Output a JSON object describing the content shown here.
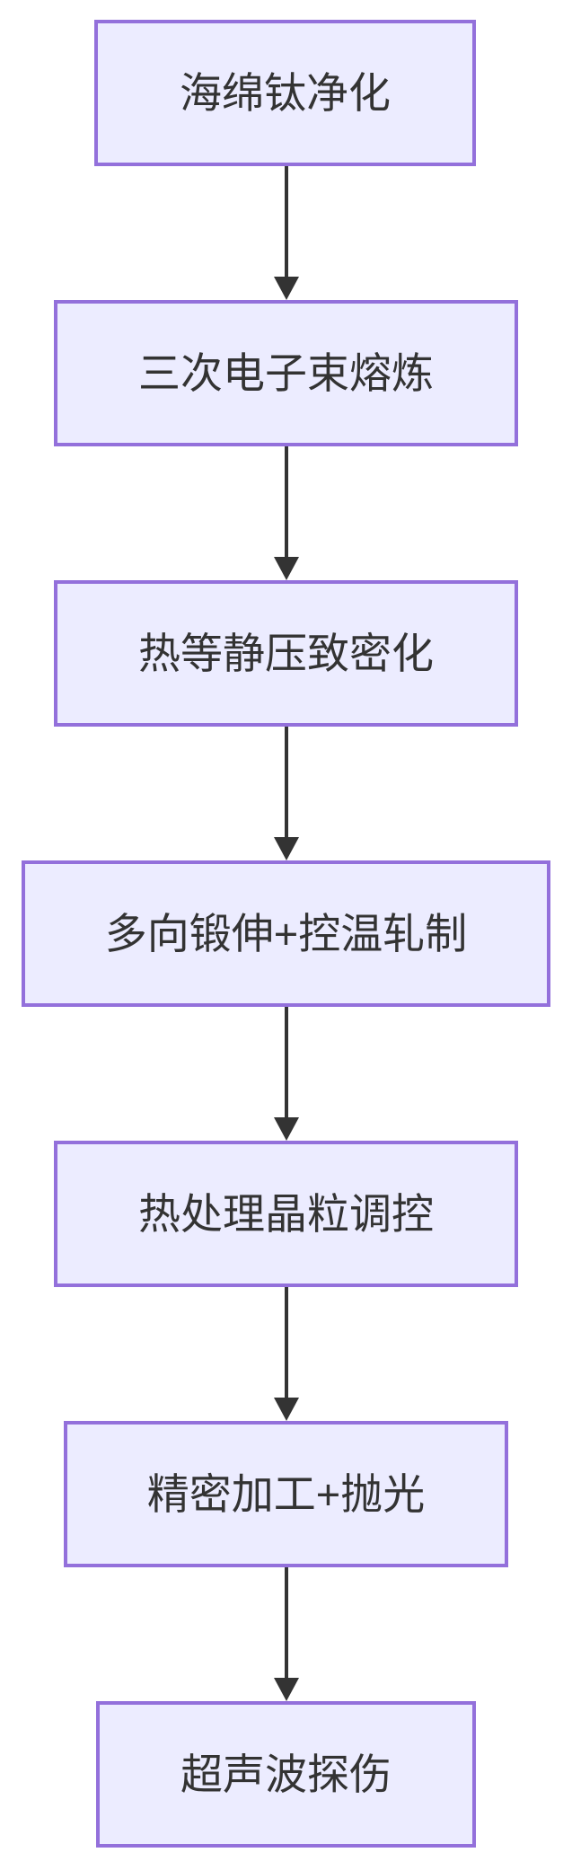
{
  "page": {
    "background_color": "#ffffff"
  },
  "flow": {
    "type": "flowchart",
    "direction": "top-down",
    "nodes": [
      {
        "label": "海绵钛净化"
      },
      {
        "label": "三次电子束熔炼"
      },
      {
        "label": "热等静压致密化"
      },
      {
        "label": "多向锻伸+控温轧制"
      },
      {
        "label": "热处理晶粒调控"
      },
      {
        "label": "精密加工+抛光"
      },
      {
        "label": "超声波探伤"
      }
    ],
    "edges": [
      {
        "from": 0,
        "to": 1
      },
      {
        "from": 1,
        "to": 2
      },
      {
        "from": 2,
        "to": 3
      },
      {
        "from": 3,
        "to": 4
      },
      {
        "from": 4,
        "to": 5
      },
      {
        "from": 5,
        "to": 6
      }
    ],
    "style": {
      "node_fill": "#ECECFF",
      "node_border": "#9370DB",
      "arrow_color": "#333333",
      "text_color": "#333333"
    }
  }
}
